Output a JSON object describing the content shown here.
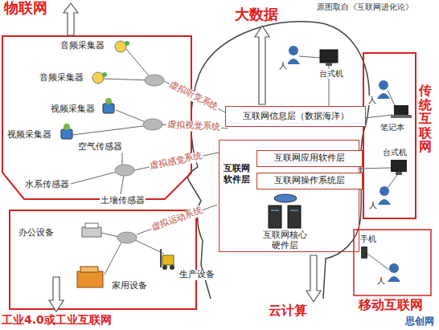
{
  "diagram": {
    "nodes": [
      {
        "text": [
          "互联网信息层（数据海洋）"
        ]
      },
      {
        "text": [
          "互联网软件层"
        ]
      },
      {
        "text": [
          "互联网应用软件层"
        ],
        "in": 1
      },
      {
        "text": [
          "互联网操作系统层"
        ],
        "in": 1
      }
    ],
    "labels": [
      "原图取自《互联网进化论》",
      "物联网",
      "大数据",
      "传统互联网",
      "移动互联网",
      "云计算",
      "工业4.0或工业互联网",
      "音频采集器",
      "音频采集器",
      "视频采集器",
      "视频采集器",
      "空气传感器",
      "水系传感器",
      "土壤传感器",
      "虚拟听觉系统",
      "虚拟视觉系统",
      "虚拟感觉系统",
      "虚拟运动系统",
      "办公设备",
      "家用设备",
      "生产设备",
      "人",
      "台式机",
      "人",
      "笔记本",
      "人",
      "台式机",
      "手机",
      "人",
      "互联网核心硬件层",
      "思创网"
    ]
  }
}
